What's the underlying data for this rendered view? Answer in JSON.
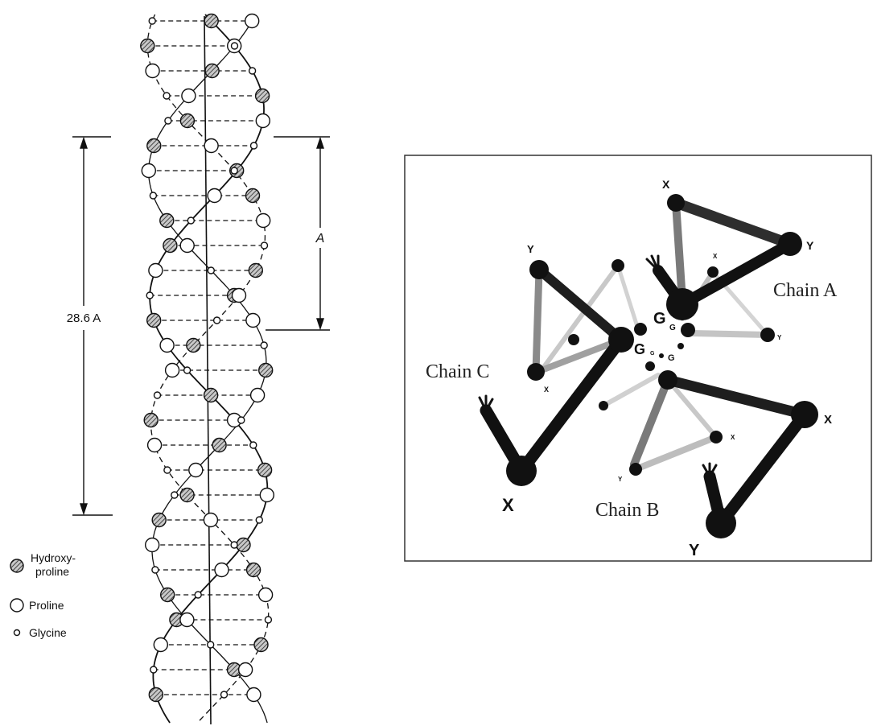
{
  "helix_figure": {
    "pitch_label": "28.6 A",
    "repeat_label": "A",
    "legend": [
      {
        "key": "hydroxyproline",
        "label_line1": "Hydroxy-",
        "label_line2": "proline"
      },
      {
        "key": "proline",
        "label_line1": "Proline",
        "label_line2": ""
      },
      {
        "key": "glycine",
        "label_line1": "Glycine",
        "label_line2": ""
      }
    ]
  },
  "chain_figure": {
    "chain_labels": {
      "a": "Chain A",
      "b": "Chain B",
      "c": "Chain C"
    },
    "residue_labels": {
      "glycine": "G",
      "x": "X",
      "y": "Y"
    }
  },
  "colors": {
    "ink": "#111111",
    "hatch": "#555555",
    "panel_border": "#333333"
  }
}
